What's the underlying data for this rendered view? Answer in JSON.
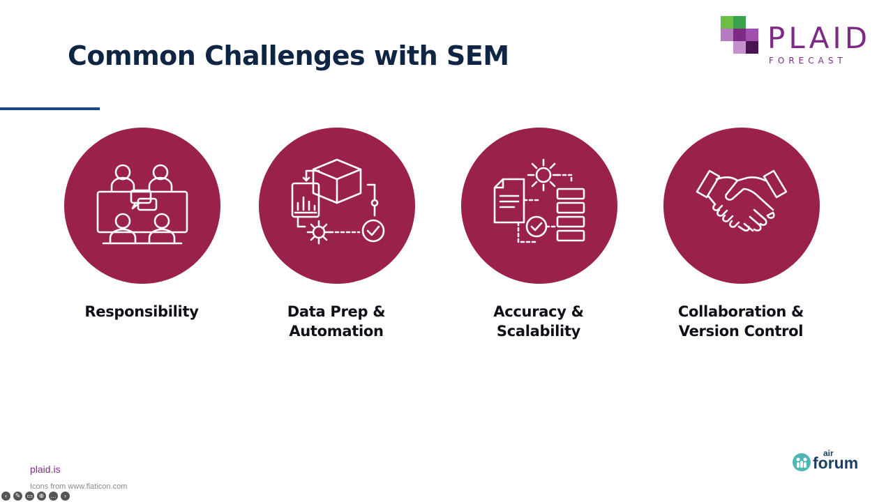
{
  "slide": {
    "title": "Common Challenges with SEM"
  },
  "logo": {
    "word": "PLAID",
    "sub": "FORECAST",
    "colors": [
      "#6bbf45",
      "#3aa24a",
      "#b57cc1",
      "#7d2a84",
      "#4a1552"
    ]
  },
  "cards": [
    {
      "label": "Responsibility",
      "icon": "team-meeting-icon"
    },
    {
      "label": "Data Prep &\nAutomation",
      "icon": "data-automation-icon"
    },
    {
      "label": "Accuracy &\nScalability",
      "icon": "process-gear-icon"
    },
    {
      "label": "Collaboration &\nVersion Control",
      "icon": "handshake-icon"
    }
  ],
  "footer": {
    "link": "plaid.is",
    "credit": "Icons from www.flaticon.com"
  },
  "forum_logo": {
    "small": "air",
    "big": "forum"
  },
  "colors": {
    "title": "#0f2544",
    "accent_rule": "#1a4a86",
    "circle": "#9b214d",
    "brand": "#7d2a84"
  }
}
